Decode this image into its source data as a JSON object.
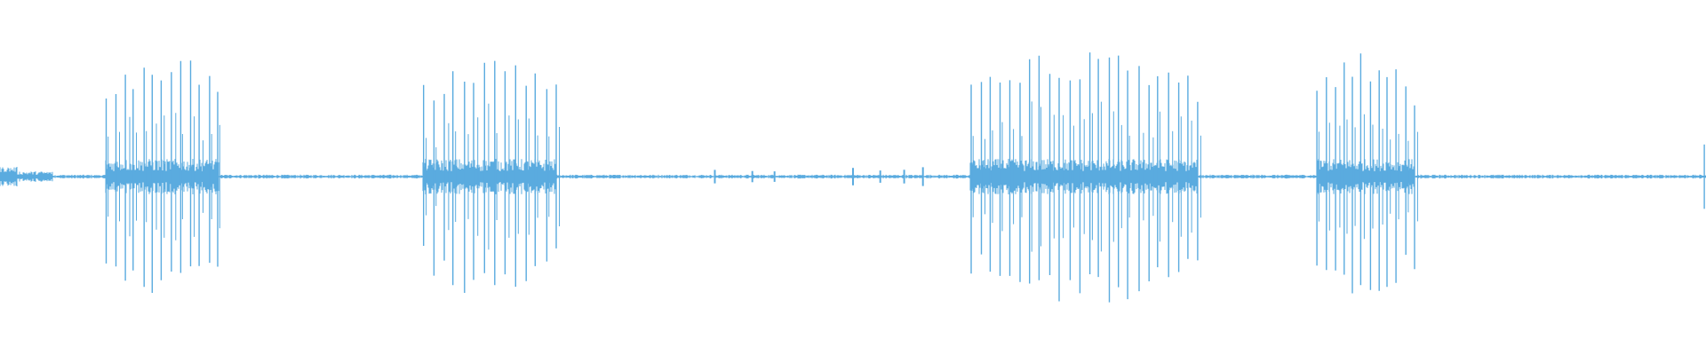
{
  "waveform": {
    "color": "#5aabdf",
    "background": "#ffffff",
    "bursts": [
      {
        "start": 0.062,
        "end": 0.128,
        "peak": 0.97,
        "spikes": 13
      },
      {
        "start": 0.248,
        "end": 0.326,
        "peak": 0.95,
        "spikes": 14
      },
      {
        "start": 0.569,
        "end": 0.702,
        "peak": 1.0,
        "spikes": 24
      },
      {
        "start": 0.772,
        "end": 0.829,
        "peak": 0.96,
        "spikes": 12
      }
    ],
    "blips": [
      0.419,
      0.441,
      0.454,
      0.5,
      0.516,
      0.53,
      0.541
    ],
    "end_spike": {
      "pos": 0.999,
      "peak": 0.25
    }
  }
}
